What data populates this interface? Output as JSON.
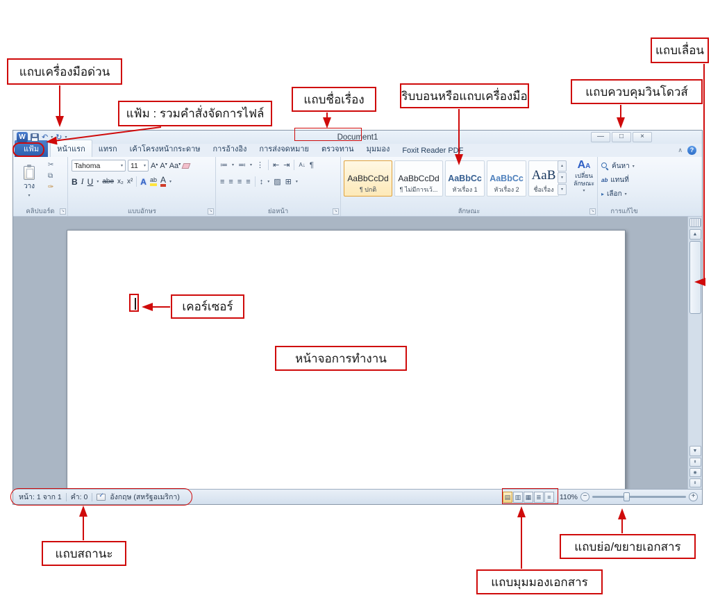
{
  "annotations": {
    "quick_access_toolbar": "แถบเครื่องมือด่วน",
    "file_menu": "แฟ้ม : รวมคำสั่งจัดการไฟล์",
    "title_bar": "แถบชื่อเรื่อง",
    "ribbon": "ริบบอนหรือแถบเครื่องมือ",
    "window_controls": "แถบควบคุมวินโดวส์",
    "scroll_bar": "แถบเลื่อน",
    "cursor": "เคอร์เซอร์",
    "work_area": "หน้าจอการทำงาน",
    "status_bar": "แถบสถานะ",
    "document_views": "แถบมุมมองเอกสาร",
    "zoom_bar": "แถบย่อ/ขยายเอกสาร"
  },
  "window": {
    "title": "Document1",
    "minimize": "—",
    "maximize": "□",
    "close": "×",
    "help": "?",
    "collapse_ribbon": "∧"
  },
  "tabs": {
    "file": "แฟ้ม",
    "items": [
      "หน้าแรก",
      "แทรก",
      "เค้าโครงหน้ากระดาษ",
      "การอ้างอิง",
      "การส่งจดหมาย",
      "ตรวจทาน",
      "มุมมอง",
      "Foxit Reader PDF"
    ]
  },
  "ribbon": {
    "clipboard": {
      "label": "คลิปบอร์ด",
      "paste": "วาง"
    },
    "font": {
      "label": "แบบอักษร",
      "family": "Tahoma",
      "size": "11",
      "bold": "B",
      "italic": "I",
      "underline": "U",
      "strike": "abe",
      "subscript": "x₂",
      "superscript": "x²",
      "grow": "A",
      "shrink": "A",
      "change_case": "Aa",
      "effects": "A",
      "highlight": "ab",
      "font_color": "A"
    },
    "paragraph": {
      "label": "ย่อหน้า"
    },
    "styles": {
      "label": "ลักษณะ",
      "gallery": [
        {
          "preview": "AaBbCcDd",
          "name": "¶ ปกติ"
        },
        {
          "preview": "AaBbCcDd",
          "name": "¶ ไม่มีการเว้..."
        },
        {
          "preview": "AaBbCc",
          "name": "หัวเรื่อง 1"
        },
        {
          "preview": "AaBbCc",
          "name": "หัวเรื่อง 2"
        },
        {
          "preview": "AaB",
          "name": "ชื่อเรื่อง"
        }
      ],
      "change_line1": "เปลี่ยน",
      "change_line2": "ลักษณะ"
    },
    "editing": {
      "label": "การแก้ไข",
      "find": "ค้นหา",
      "replace": "แทนที่",
      "select": "เลือก"
    }
  },
  "statusbar": {
    "page": "หน้า: 1 จาก 1",
    "words": "คำ: 0",
    "language": "อังกฤษ (สหรัฐอเมริกา)",
    "zoom": "110%"
  },
  "icons": {
    "w_logo": "W",
    "dropdown": "▾",
    "tri_up": "▴",
    "undo": "↶",
    "redo": "↻",
    "cut": "✂",
    "copy": "⧉",
    "format_painter": "✑",
    "bullets": "≔",
    "numbering": "≕",
    "multilevel": "⋮",
    "outdent": "⇤",
    "indent": "⇥",
    "sort": "A↓",
    "pilcrow": "¶",
    "align": "≡",
    "line_spacing": "↕",
    "shading": "▨",
    "borders": "⊞",
    "letter_a": "A",
    "replace_ab": "ab",
    "select_arrow": "▸",
    "scroll_up": "▲",
    "scroll_down": "▼",
    "prev_page": "⇞",
    "browse_object": "◉",
    "next_page": "⇟",
    "launcher": "↘",
    "check": "✓",
    "minus": "−",
    "plus": "+",
    "views": [
      "▤",
      "▥",
      "▦",
      "≣",
      "≡"
    ]
  }
}
